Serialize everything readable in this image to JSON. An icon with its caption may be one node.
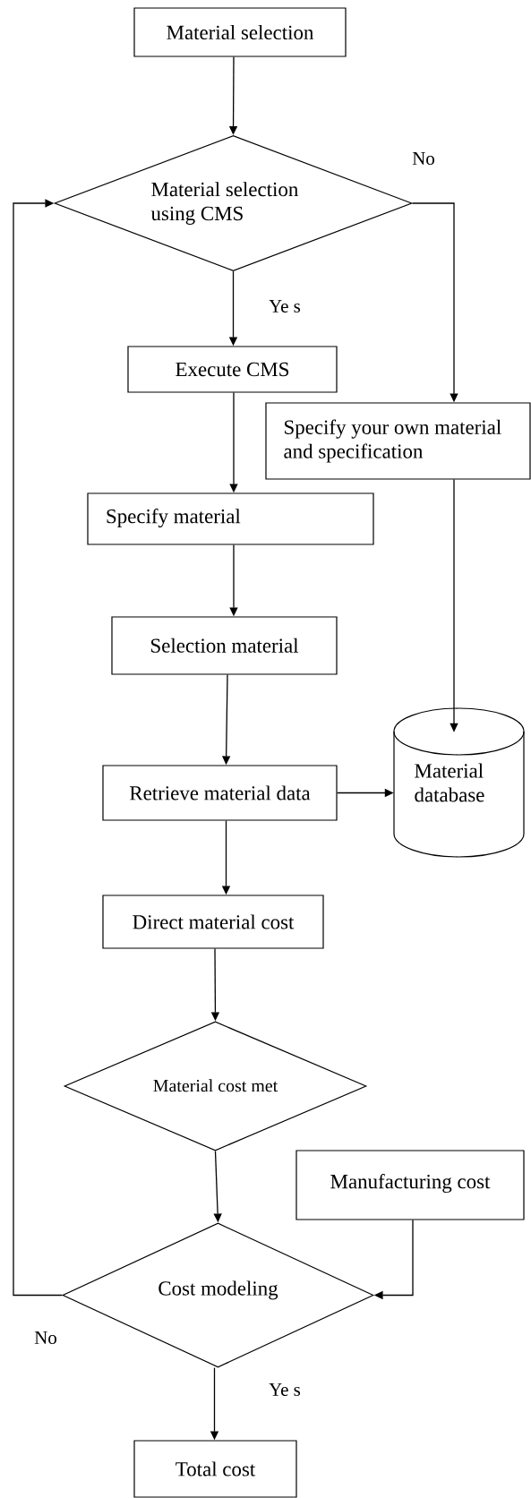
{
  "diagram": {
    "nodes": [
      {
        "text": [
          "Material selection"
        ]
      },
      {
        "text": [
          "Material selection using CMS"
        ]
      },
      {
        "text": [
          "Execute CMS"
        ]
      },
      {
        "text": [
          "Specify your own material and specification"
        ]
      },
      {
        "text": [
          "Specify material"
        ]
      },
      {
        "text": [
          "Selection material"
        ]
      },
      {
        "text": [
          "Retrieve material data"
        ]
      },
      {
        "text": [
          "Material database"
        ]
      },
      {
        "text": [
          "Direct material cost"
        ]
      },
      {
        "text": [
          "Material cost met"
        ]
      },
      {
        "text": [
          "Manufacturing cost"
        ]
      },
      {
        "text": [
          "Cost modeling"
        ]
      },
      {
        "text": [
          "Total cost"
        ]
      }
    ],
    "edges": [
      {
        "from": 0,
        "to": 1,
        "arrow": "to"
      },
      {
        "from": 1,
        "to": 2,
        "arrow": "to",
        "label": "Ye s"
      },
      {
        "from": 1,
        "to": 3,
        "arrow": "to",
        "label": "No"
      },
      {
        "from": 2,
        "to": 4,
        "arrow": "to"
      },
      {
        "from": 3,
        "to": 7,
        "arrow": "to"
      },
      {
        "from": 4,
        "to": 5,
        "arrow": "to"
      },
      {
        "from": 5,
        "to": 6,
        "arrow": "to"
      },
      {
        "from": 6,
        "to": 7,
        "arrow": "to"
      },
      {
        "from": 6,
        "to": 8,
        "arrow": "to"
      },
      {
        "from": 8,
        "to": 9,
        "arrow": "to"
      },
      {
        "from": 9,
        "to": 11,
        "arrow": "to"
      },
      {
        "from": 10,
        "to": 11,
        "arrow": "to"
      },
      {
        "from": 11,
        "to": 12,
        "arrow": "to",
        "label": "Ye s"
      },
      {
        "from": 11,
        "to": 1,
        "arrow": "to",
        "label": "No"
      }
    ]
  }
}
